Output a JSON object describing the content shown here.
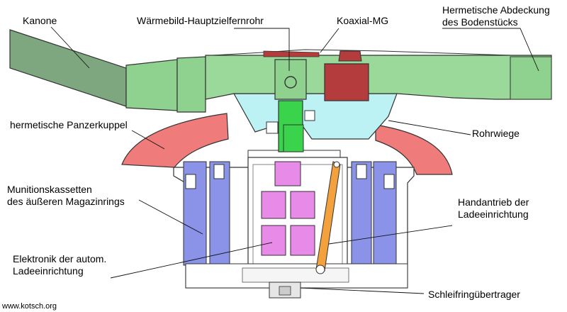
{
  "labels": {
    "kanone": "Kanone",
    "waermebild": "Wärmebild-Hauptzielfernrohr",
    "koaxial": "Koaxial-MG",
    "abdeckung_1": "Hermetische Abdeckung",
    "abdeckung_2": "des Bodenstücks",
    "panzerkuppel": "hermetische Panzerkuppel",
    "rohrwiege": "Rohrwiege",
    "munition_1": "Munitionskassetten",
    "munition_2": "des äußeren Magazinrings",
    "handantrieb_1": "Handantrieb der",
    "handantrieb_2": "Ladeeinrichtung",
    "elektronik_1": "Elektronik der autom.",
    "elektronik_2": "Ladeeinrichtung",
    "schleifring": "Schleifringübertrager",
    "credit": "www.kotsch.org"
  },
  "colors": {
    "gun_barrel": "#7fa77f",
    "mantlet_green": "#8fd28f",
    "breech_cover": "#9ad99a",
    "sight_green": "#39d44b",
    "mg_red": "#b43c3c",
    "cradle_cyan": "#bdf2f4",
    "armor_cupola": "#ef7b7b",
    "magazine_blue": "#8a93e8",
    "electronics_magenta": "#e78ae8",
    "hand_drive_orange": "#f2a13c",
    "outline": "#333333"
  }
}
